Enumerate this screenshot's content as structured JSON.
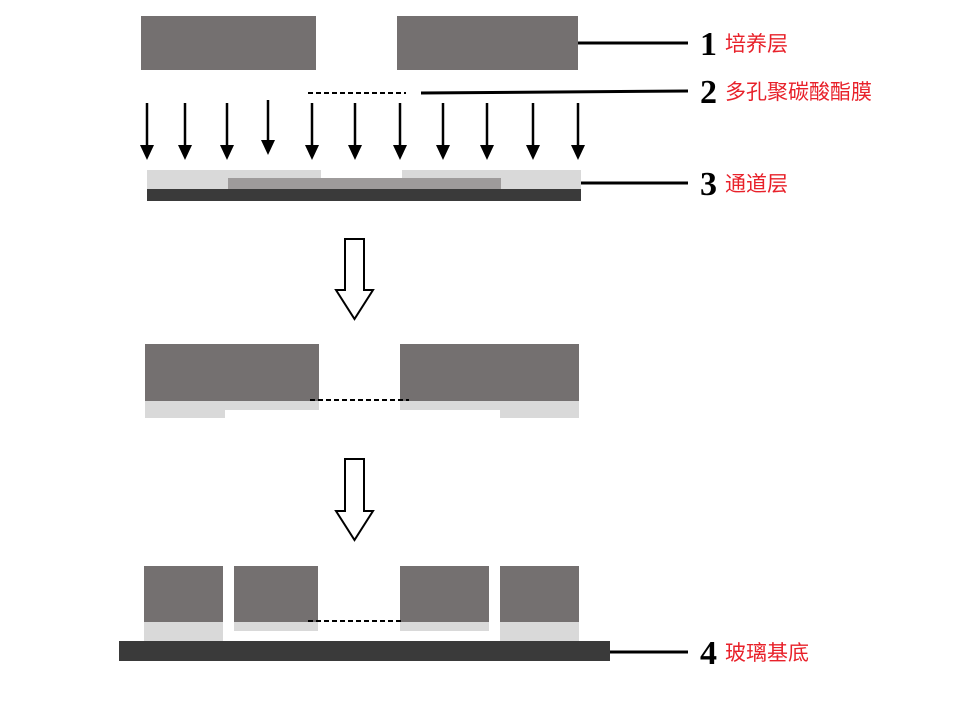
{
  "labels": [
    {
      "number": "1",
      "text": "培养层"
    },
    {
      "number": "2",
      "text": "多孔聚碳酸酯膜"
    },
    {
      "number": "3",
      "text": "通道层"
    },
    {
      "number": "4",
      "text": "玻璃基底"
    }
  ],
  "colors": {
    "culture_layer": "#747070",
    "channel_layer": "#d9d9d9",
    "channel_inner": "#9e9b9b",
    "glass_substrate": "#3a3a3a",
    "label_text": "#e8212a",
    "line": "#000000"
  }
}
